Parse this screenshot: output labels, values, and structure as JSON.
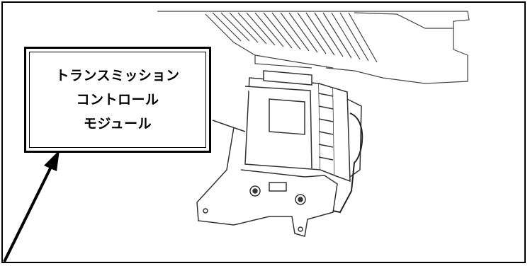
{
  "label": {
    "lines": [
      "トランスミッション",
      "コントロール",
      "モジュール"
    ]
  },
  "colors": {
    "frame": "#000000",
    "line_art": "#333333",
    "background": "#ffffff"
  },
  "icons": {
    "pointer": "callout-arrow-icon"
  }
}
